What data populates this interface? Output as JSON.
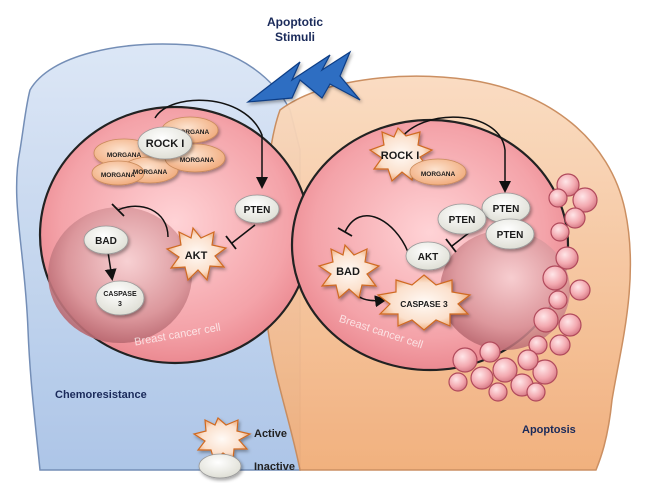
{
  "title": {
    "line1": "Apoptotic",
    "line2": "Stimuli"
  },
  "panels": {
    "left": "Chemoresistance",
    "right": "Apoptosis"
  },
  "cells": {
    "left_watermark": "Breast cancer cell",
    "right_watermark": "Breast cancer cell"
  },
  "nodes": {
    "rock_left": "ROCK I",
    "morgana": "MORGANA",
    "pten_left": "PTEN",
    "bad_left": "BAD",
    "akt_left": "AKT",
    "caspase_left_1": "CASPASE",
    "caspase_left_2": "3",
    "rock_right": "ROCK I",
    "morgana_right": "MORGANA",
    "pten_right": "PTEN",
    "akt_right": "AKT",
    "bad_right": "BAD",
    "caspase_right": "CASPASE 3"
  },
  "legend": {
    "active": "Active",
    "inactive": "Inactive"
  },
  "colors": {
    "left_bg": "#c8d8f0",
    "right_bg": "#f6c7a0",
    "cell": "#f2a0a6",
    "nucleus": "#d88a90",
    "morgana": "#f6c8a6",
    "inactive": "#efefe8",
    "active_star": "#f7d2bd",
    "active_stroke": "#e07a30",
    "bolt": "#2d6ec2"
  }
}
